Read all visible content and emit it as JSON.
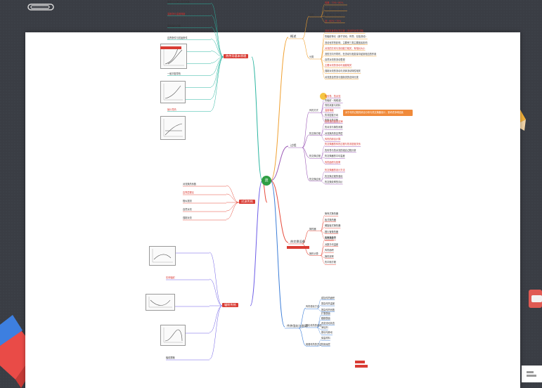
{
  "center": {
    "label": "流"
  },
  "right_branches": [
    {
      "label": "概述",
      "children": [
        {
          "label": "应用",
          "items": [
            "电器：70%~80%",
            "热载：60%~70%",
            "稀：80%~90%",
            "流：60%~70%"
          ]
        },
        {
          "label": "分类",
          "items": [
            "流体本身的化学过程（流动的化学过程）",
            "热辐射单元（原子流动、传导，包括流动）",
            "流动化学的影响，主要受三类主要因素影响",
            "对流的方向与流动能力相关，有相对大小",
            "流的方向不同时，在流动与相变量中起到相当的作用",
            "自然对流的流动表现",
            "主要对流的流动与速度相关",
            "强制对流的流动与流体流动特性相关",
            "对流是自然流与强制流的总体分类"
          ]
        }
      ]
    },
    {
      "label": "过程",
      "children": [
        {
          "label": "传热方式",
          "items": [
            "热传导、热对流",
            "热辐射（电磁波）",
            "导热系数与材料",
            "温度梯度",
            "热流密度方向",
            "热阻与热平衡"
          ]
        },
        {
          "label": "热交换方程",
          "items": [
            "热传导的基本定律",
            "热对流与换热系数",
            "对流换热的边界层",
            "传热的综合计算"
          ]
        },
        {
          "label": "热交换过程",
          "items": [
            "热交换器的传热过程与热流密度关系",
            "热传导与热对流的组合过程分析",
            "热交换器的平均温差",
            "传热面积与效率"
          ]
        },
        {
          "label": "热交换应用",
          "items": [
            "热交换器的设计方法",
            "热交换过程的强化",
            "热交换效率的评价"
          ]
        }
      ]
    },
    {
      "label": "热交换设备",
      "children": [
        {
          "label": "换热器",
          "items": [
            "管壳式换热器",
            "板式换热器",
            "螺旋板式换热器",
            "翅片管换热器",
            "热管换热器"
          ]
        },
        {
          "label": "换热计算",
          "items": [
            "传热系数",
            "对数平均温差",
            "传热面积",
            "换热效率",
            "热平衡方程"
          ]
        }
      ]
    },
    {
      "label": "传热强化与削弱",
      "children": [
        {
          "label": "传热强化方法",
          "items": [
            "增加传热面积",
            "提高传热温差",
            "提高传热系数"
          ]
        },
        {
          "label": "强化传热的途径",
          "items": [
            "扩展表面",
            "粗糙表面",
            "改变流动状态",
            "添加剂",
            "振动与脉动"
          ]
        },
        {
          "label": "削弱传热的方法",
          "items": [
            "保温材料",
            "热绝缘层"
          ]
        }
      ]
    }
  ],
  "left_branches": [
    {
      "label": "热传导基本原理",
      "items": [
        "傅里叶定律与导热系数",
        "温度场与温度梯度",
        "导热微分方程",
        "边界条件与初始条件",
        "稳态导热",
        "非稳态导热",
        "一维平壁导热",
        "圆筒壁导热",
        "球壁导热",
        "肋片导热"
      ]
    },
    {
      "label": "对流传热",
      "items": [
        "对流换热系数",
        "边界层理论",
        "相似准则",
        "自然对流",
        "强制对流"
      ]
    },
    {
      "label": "辐射传热",
      "items": [
        "黑体辐射",
        "灰体辐射",
        "角系数",
        "辐射换热计算",
        "辐射屏蔽"
      ]
    }
  ],
  "callout": "对于传热过程的综合分析与热交换器设计，需考虑多种因素"
}
